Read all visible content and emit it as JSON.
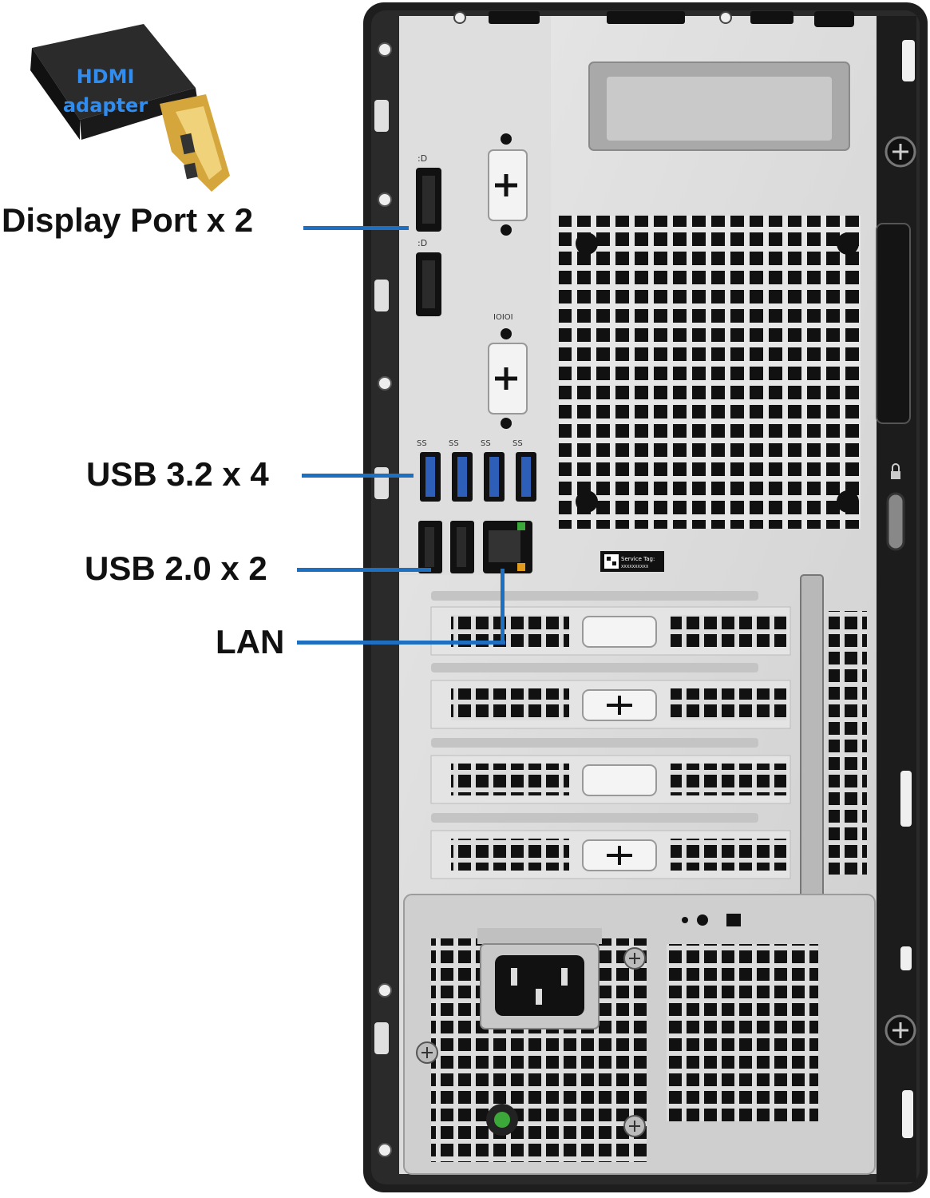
{
  "adapter": {
    "line1": "HDMI",
    "line2": "adapter",
    "text_color": "#2f8cf0"
  },
  "callouts": {
    "display_port": "Display Port x 2",
    "usb32": "USB 3.2 x 4",
    "usb20": "USB 2.0 x 2",
    "lan": "LAN"
  },
  "service_tag": {
    "label": "Service Tag:",
    "value": "XXXXXXXXXX"
  },
  "colors": {
    "leader_line": "#1f6fc0",
    "usb3_blue": "#2d5fb8",
    "chassis_black": "#1e1e1e",
    "panel_silver": "#d9d9d9",
    "power_led_green": "#3da83a"
  },
  "icons": [
    "hdmi-adapter-icon",
    "display-port-icon",
    "usb3-icon",
    "usb2-icon",
    "lan-icon",
    "power-socket-icon",
    "screw-icon",
    "lock-icon"
  ]
}
